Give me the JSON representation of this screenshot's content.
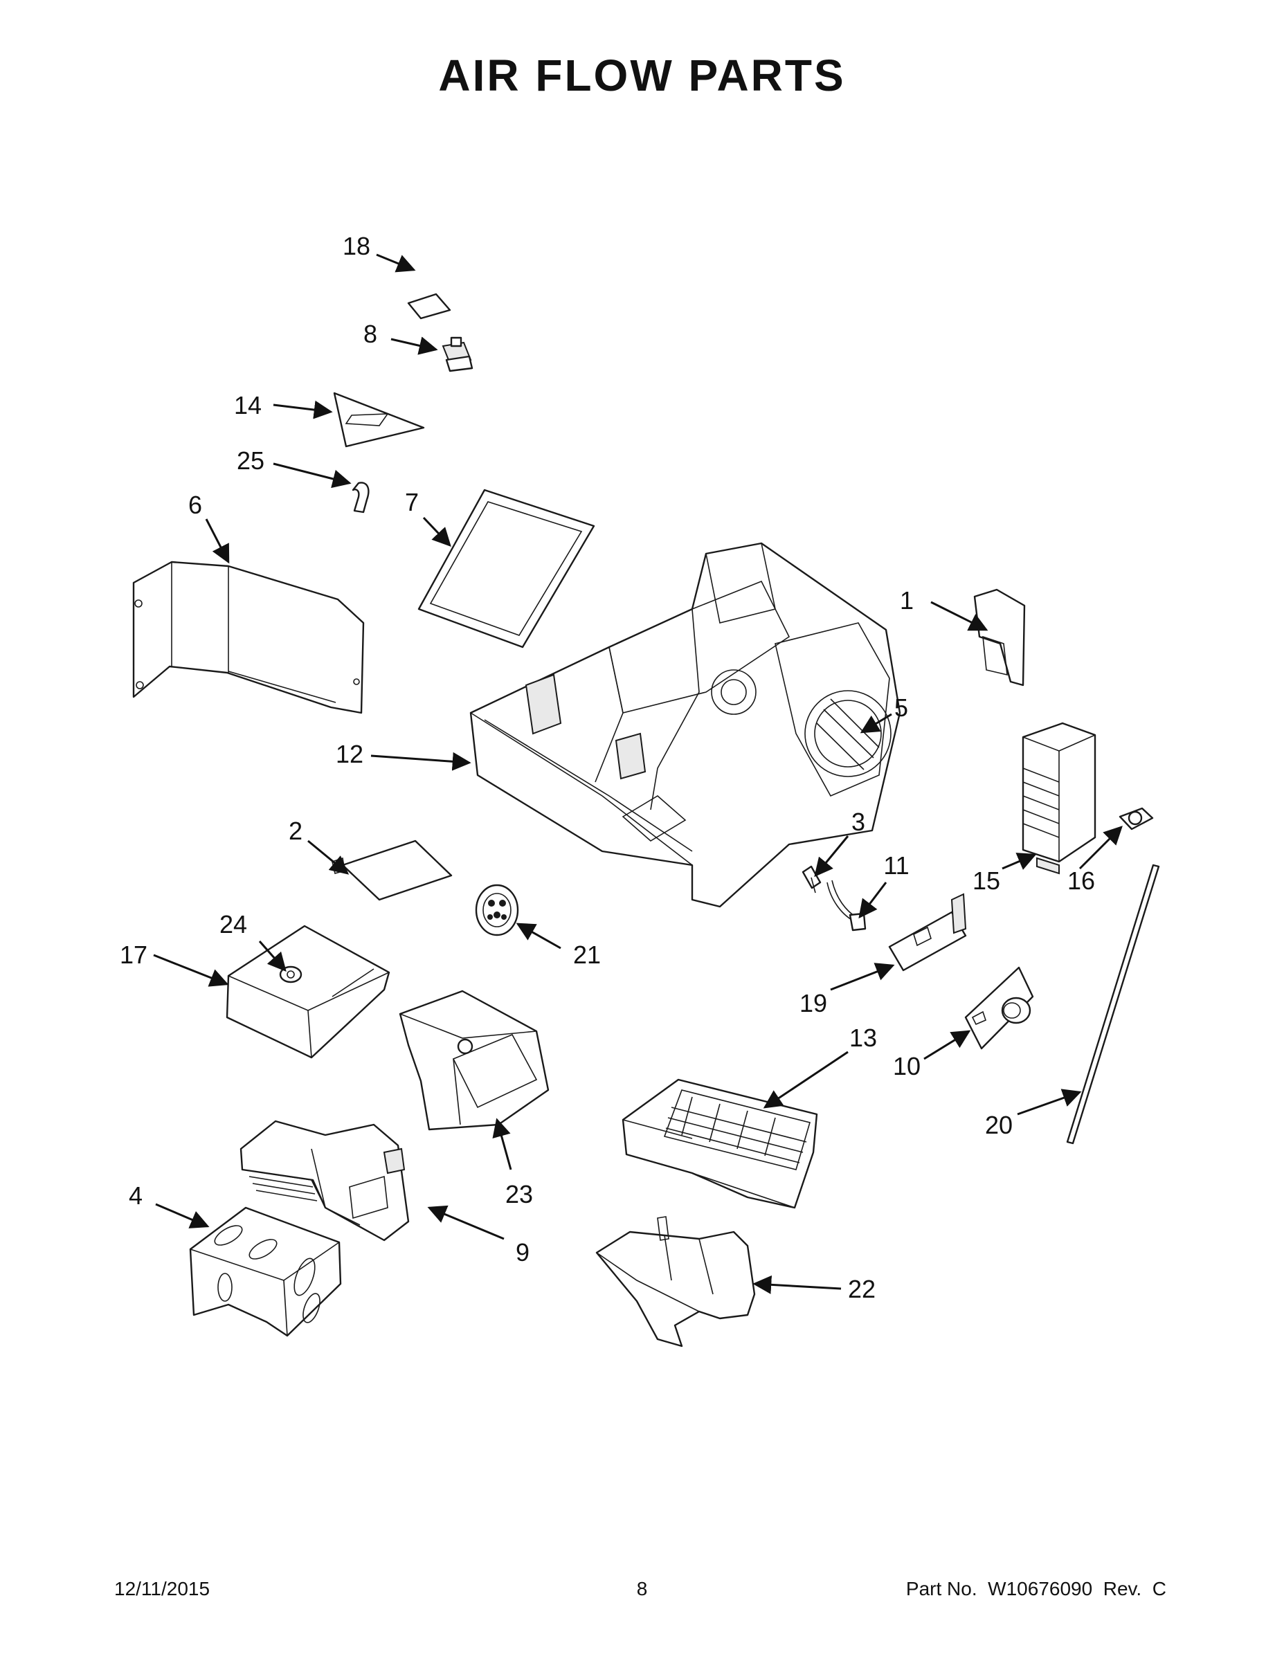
{
  "title": "AIR FLOW PARTS",
  "callouts": [
    "1",
    "2",
    "3",
    "4",
    "5",
    "6",
    "7",
    "8",
    "9",
    "10",
    "11",
    "12",
    "13",
    "14",
    "15",
    "16",
    "17",
    "18",
    "19",
    "20",
    "21",
    "22",
    "23",
    "24",
    "25"
  ],
  "footer": {
    "date": "12/11/2015",
    "page": "8",
    "part_no": "Part No.  W10676090  Rev.  C"
  },
  "colors": {
    "line": "#1a1a1a",
    "background": "#ffffff"
  }
}
